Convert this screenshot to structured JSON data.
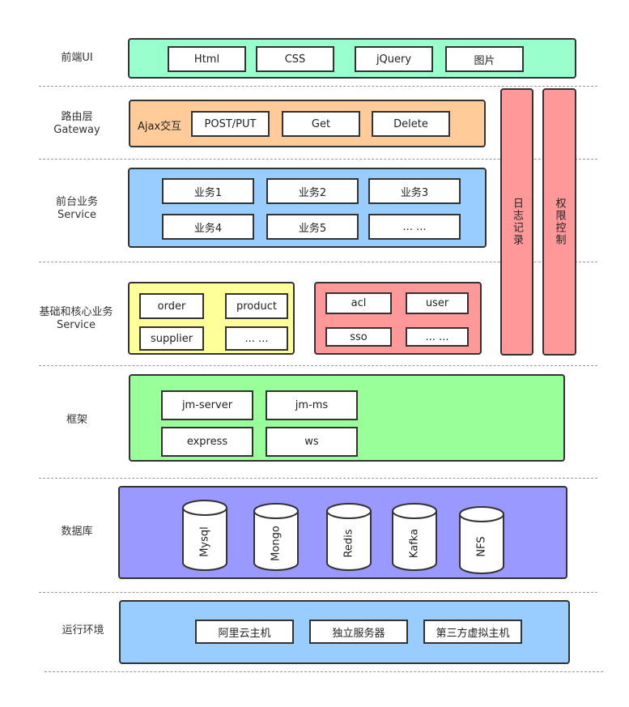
{
  "layers": {
    "frontend": {
      "label": "前端UI",
      "items": [
        "Html",
        "CSS",
        "jQuery",
        "图片"
      ]
    },
    "gateway": {
      "label_line1": "路由层",
      "label_line2": "Gateway",
      "ajax": "Ajax交互",
      "items": [
        "POST/PUT",
        "Get",
        "Delete"
      ]
    },
    "frontService": {
      "label_line1": "前台业务",
      "label_line2": "Service",
      "items": [
        "业务1",
        "业务2",
        "业务3",
        "业务4",
        "业务5",
        "... ..."
      ]
    },
    "coreService": {
      "label_line1": "基础和核心业务",
      "label_line2": "Service",
      "groupA": [
        "order",
        "product",
        "supplier",
        "... ..."
      ],
      "groupB": [
        "acl",
        "user",
        "sso",
        "... ..."
      ]
    },
    "framework": {
      "label": "框架",
      "items": [
        "jm-server",
        "jm-ms",
        "express",
        "ws"
      ]
    },
    "database": {
      "label": "数据库",
      "items": [
        "Mysql",
        "Mongo",
        "Redis",
        "Kafka",
        "NFS"
      ]
    },
    "runtime": {
      "label": "运行环境",
      "items": [
        "阿里云主机",
        "独立服务器",
        "第三方虚拟主机"
      ]
    }
  },
  "sidebars": {
    "logging": "日志记录",
    "access": "权限控制"
  },
  "colors": {
    "frontend": "#99ffcc",
    "gateway": "#ffcc99",
    "frontService": "#99ccff",
    "coreA": "#ffff99",
    "coreB": "#ff9999",
    "framework": "#99ff99",
    "database": "#9999ff",
    "runtime": "#99ccff",
    "sidebar": "#ff9999"
  }
}
